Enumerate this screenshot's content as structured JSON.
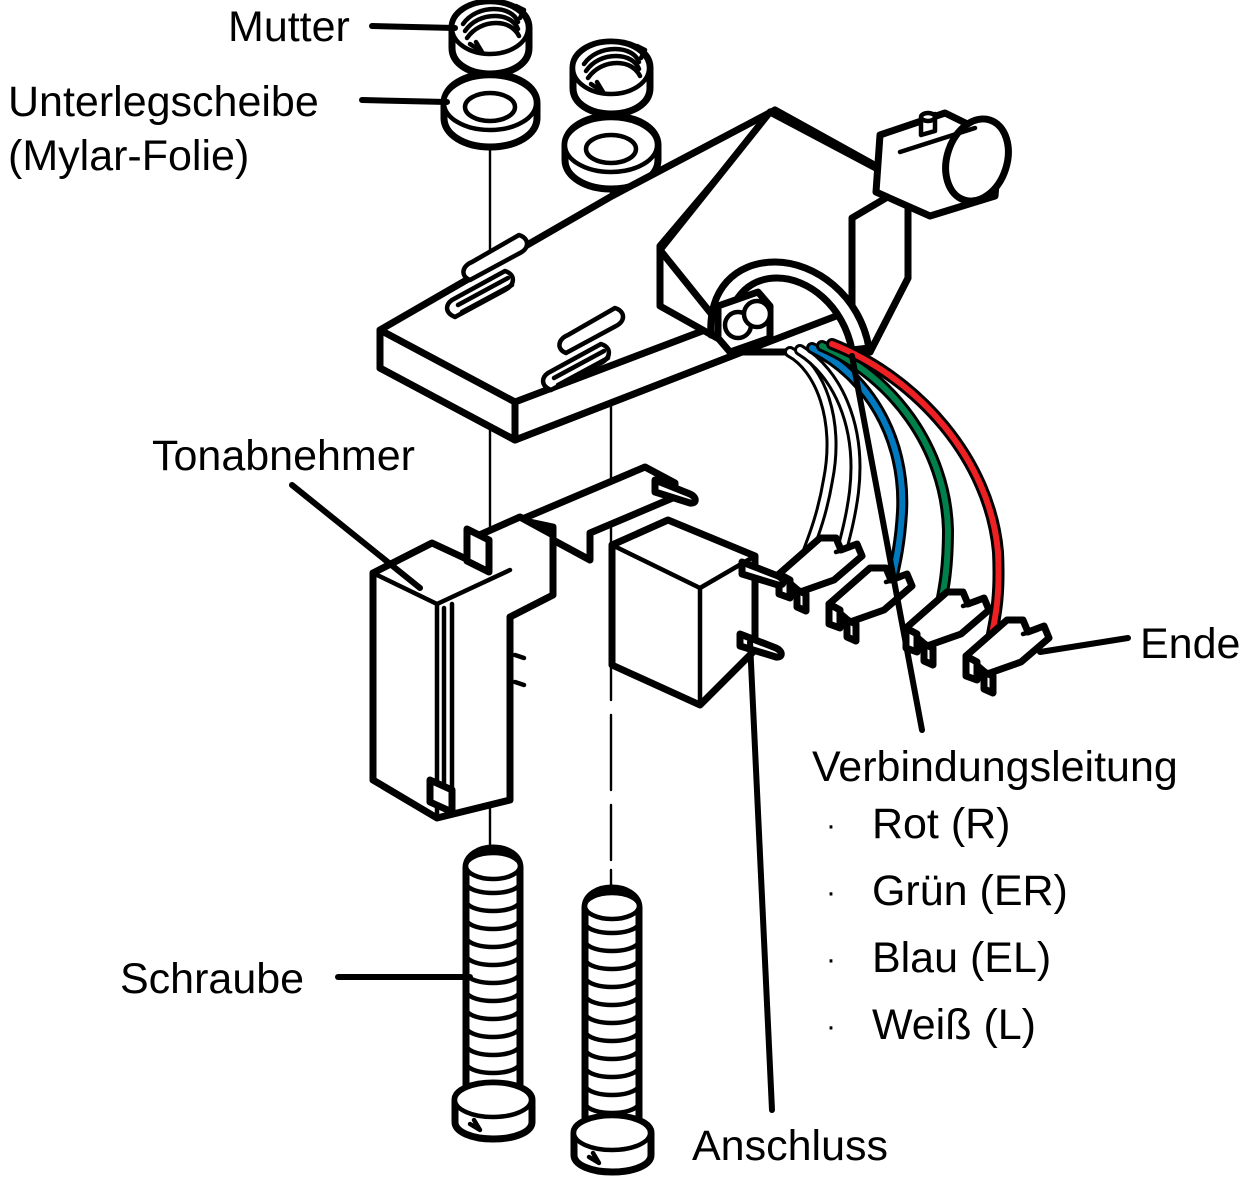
{
  "diagram": {
    "title": "Tonabnehmer Montage (Exploded View)",
    "language": "de",
    "background_color": "#ffffff",
    "line_color": "#000000"
  },
  "labels": {
    "nut": "Mutter",
    "washer_line1": "Unterlegscheibe",
    "washer_line2": "(Mylar-Folie)",
    "cartridge": "Tonabnehmer",
    "screw": "Schraube",
    "terminal": "Anschluss",
    "end": "Ende",
    "lead_wire": "Verbindungsleitung"
  },
  "wire_list": {
    "bullet": "·",
    "items": [
      {
        "label": "Rot (R)",
        "color_name": "Rot",
        "channel": "R",
        "color_hex": "#ED2024"
      },
      {
        "label": "Grün (ER)",
        "color_name": "Grün",
        "channel": "ER",
        "color_hex": "#00804A"
      },
      {
        "label": "Blau (EL)",
        "color_name": "Blau",
        "channel": "EL",
        "color_hex": "#0079BE"
      },
      {
        "label": "Weiß (L)",
        "color_name": "Weiß",
        "channel": "L",
        "color_hex": "#FFFFFF"
      }
    ]
  },
  "parts": {
    "nut_count": 2,
    "washer_count": 2,
    "screw_count": 2,
    "wire_count": 4,
    "terminal_count": 4,
    "slot_count": 2,
    "fingerlift_holes": 2
  },
  "colors": {
    "red": "#ED2024",
    "green": "#00804A",
    "blue": "#0079BE",
    "white": "#FFFFFF",
    "black": "#000000"
  }
}
